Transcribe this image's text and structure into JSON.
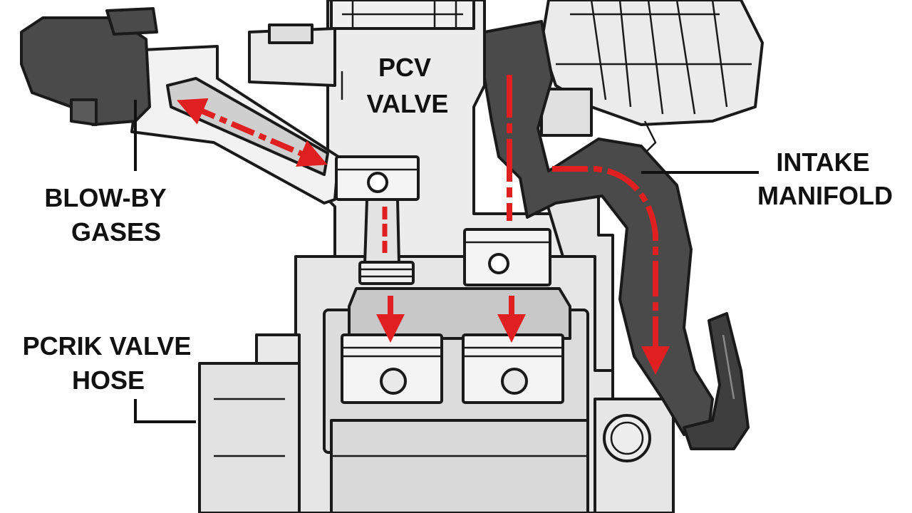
{
  "labels": {
    "pcv_valve_line1": "PCV",
    "pcv_valve_line2": "VALVE",
    "blowby_line1": "BLOW-BY",
    "blowby_line2": "GASES",
    "intake_line1": "INTAKE",
    "intake_line2": "MANIFOLD",
    "hose_line1": "PCRIK VALVE",
    "hose_line2": "HOSE"
  },
  "colors": {
    "flow_arrow": "#e02020",
    "block_fill": "#e6e6e6",
    "block_light": "#f2f2f2",
    "pipe_dark": "#4a4a4a",
    "chamber_gray": "#c8c8c8",
    "outline": "#1a1a1a",
    "background": "#ffffff"
  }
}
